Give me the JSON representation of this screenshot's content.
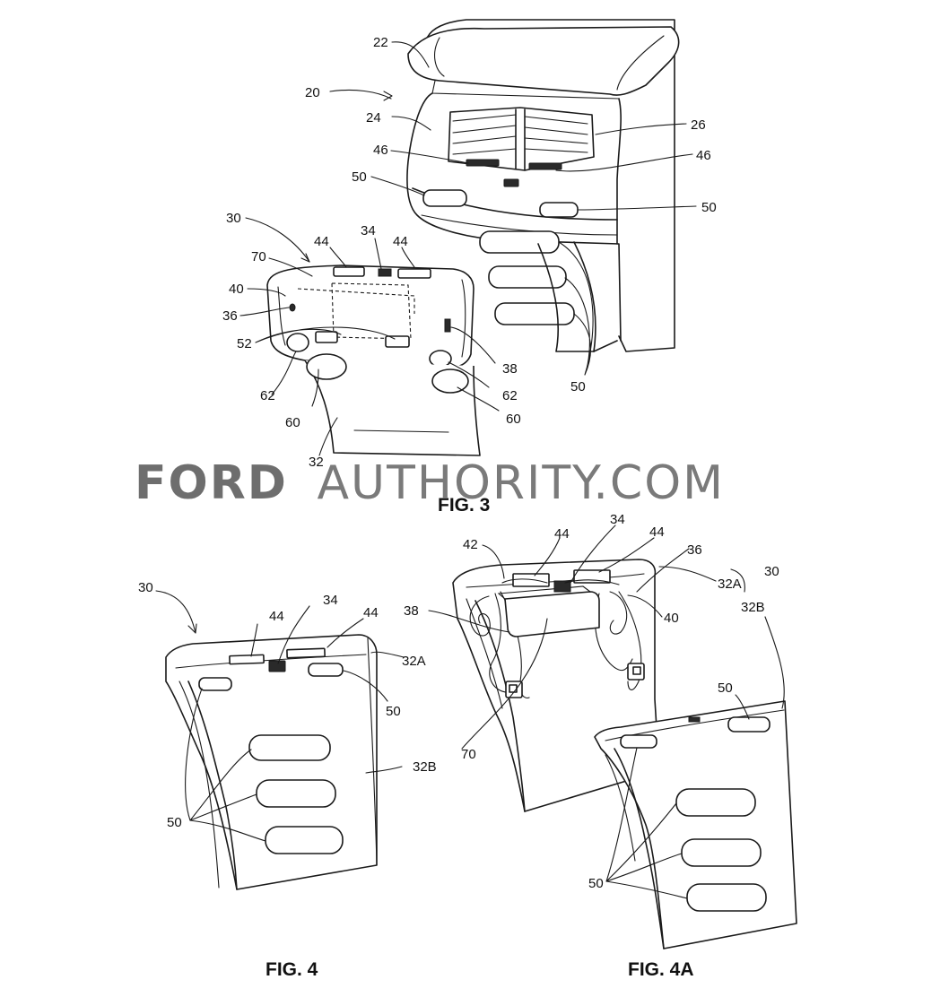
{
  "watermark": {
    "bold_part": "FORD",
    "light_part": "AUTHORITY.COM"
  },
  "figures": {
    "fig3": {
      "caption": "FIG. 3",
      "labels": {
        "l22": "22",
        "l20": "20",
        "l24": "24",
        "l26": "26",
        "l46a": "46",
        "l46b": "46",
        "l50a": "50",
        "l50b": "50",
        "l50c": "50",
        "l30": "30",
        "l34": "34",
        "l44a": "44",
        "l44b": "44",
        "l70": "70",
        "l40": "40",
        "l36": "36",
        "l52": "52",
        "l38": "38",
        "l62a": "62",
        "l62b": "62",
        "l60a": "60",
        "l60b": "60",
        "l32": "32"
      }
    },
    "fig4": {
      "caption": "FIG. 4",
      "labels": {
        "l30": "30",
        "l44a": "44",
        "l34": "34",
        "l44b": "44",
        "l32A": "32A",
        "l50a": "50",
        "l32B": "32B",
        "l50b": "50"
      }
    },
    "fig4A": {
      "caption": "FIG. 4A",
      "labels": {
        "l42": "42",
        "l44a": "44",
        "l34": "34",
        "l44b": "44",
        "l36": "36",
        "l32A": "32A",
        "l30": "30",
        "l32B": "32B",
        "l38": "38",
        "l40": "40",
        "l70": "70",
        "l50a": "50",
        "l50b": "50"
      }
    }
  }
}
